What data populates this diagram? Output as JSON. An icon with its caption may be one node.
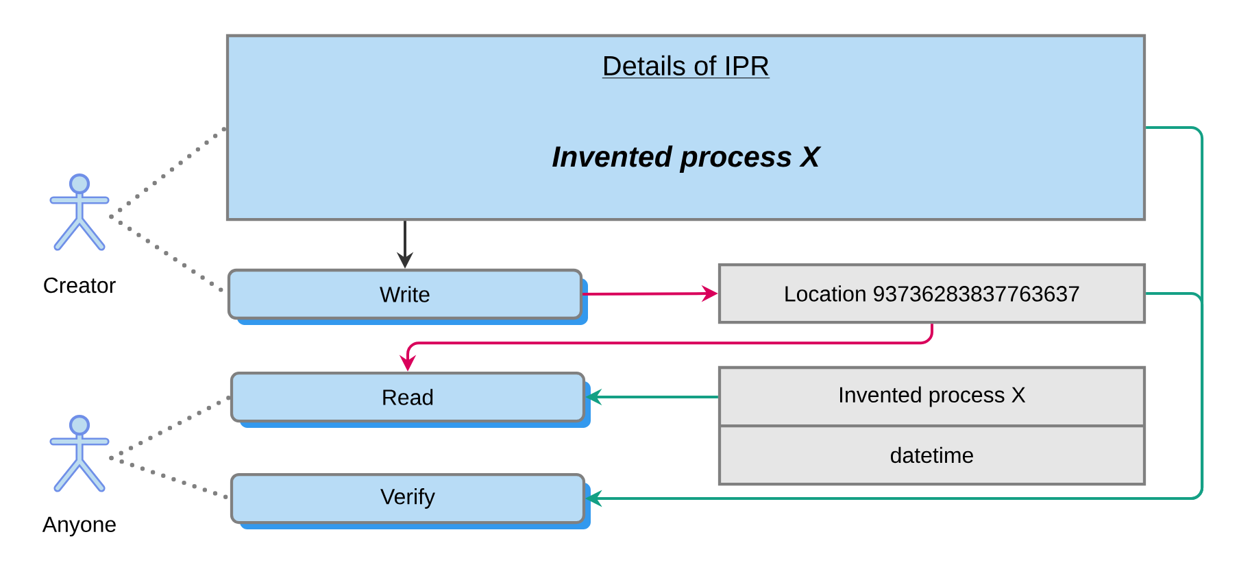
{
  "diagram": {
    "nodes": [
      {
        "text": [
          "Details of IPR",
          "Invented process X"
        ]
      },
      {
        "text": [],
        "shape": "person",
        "beside": [
          "Creator"
        ]
      },
      {
        "text": [
          "Write"
        ]
      },
      {
        "text": [
          "Location 93736283837763637"
        ]
      },
      {
        "text": [
          "Read"
        ]
      },
      {
        "text": [],
        "shape": "person",
        "beside": [
          "Anyone"
        ]
      },
      {
        "text": [
          "Verify"
        ]
      },
      {
        "text": [
          "Invented process X",
          "datetime"
        ]
      }
    ],
    "edges": [
      {
        "from": 1,
        "to": 0,
        "arrow": "none",
        "style": "dashed",
        "color": "#808080"
      },
      {
        "from": 1,
        "to": 2,
        "arrow": "none",
        "style": "dashed",
        "color": "#808080"
      },
      {
        "from": 0,
        "to": 2,
        "arrow": "to"
      },
      {
        "from": 2,
        "to": 3,
        "arrow": "to",
        "color": "#d9005b"
      },
      {
        "from": 3,
        "to": 4,
        "arrow": "to",
        "color": "#d9005b"
      },
      {
        "from": 5,
        "to": 4,
        "arrow": "none",
        "style": "dashed",
        "color": "#808080"
      },
      {
        "from": 5,
        "to": 6,
        "arrow": "none",
        "style": "dashed",
        "color": "#808080"
      },
      {
        "from": 7,
        "to": 4,
        "arrow": "to",
        "color": "#14a085"
      },
      {
        "from": 0,
        "to": 6,
        "arrow": "to",
        "color": "#14a085"
      },
      {
        "from": 3,
        "to": 6,
        "arrow": "to",
        "color": "#14a085"
      }
    ]
  }
}
